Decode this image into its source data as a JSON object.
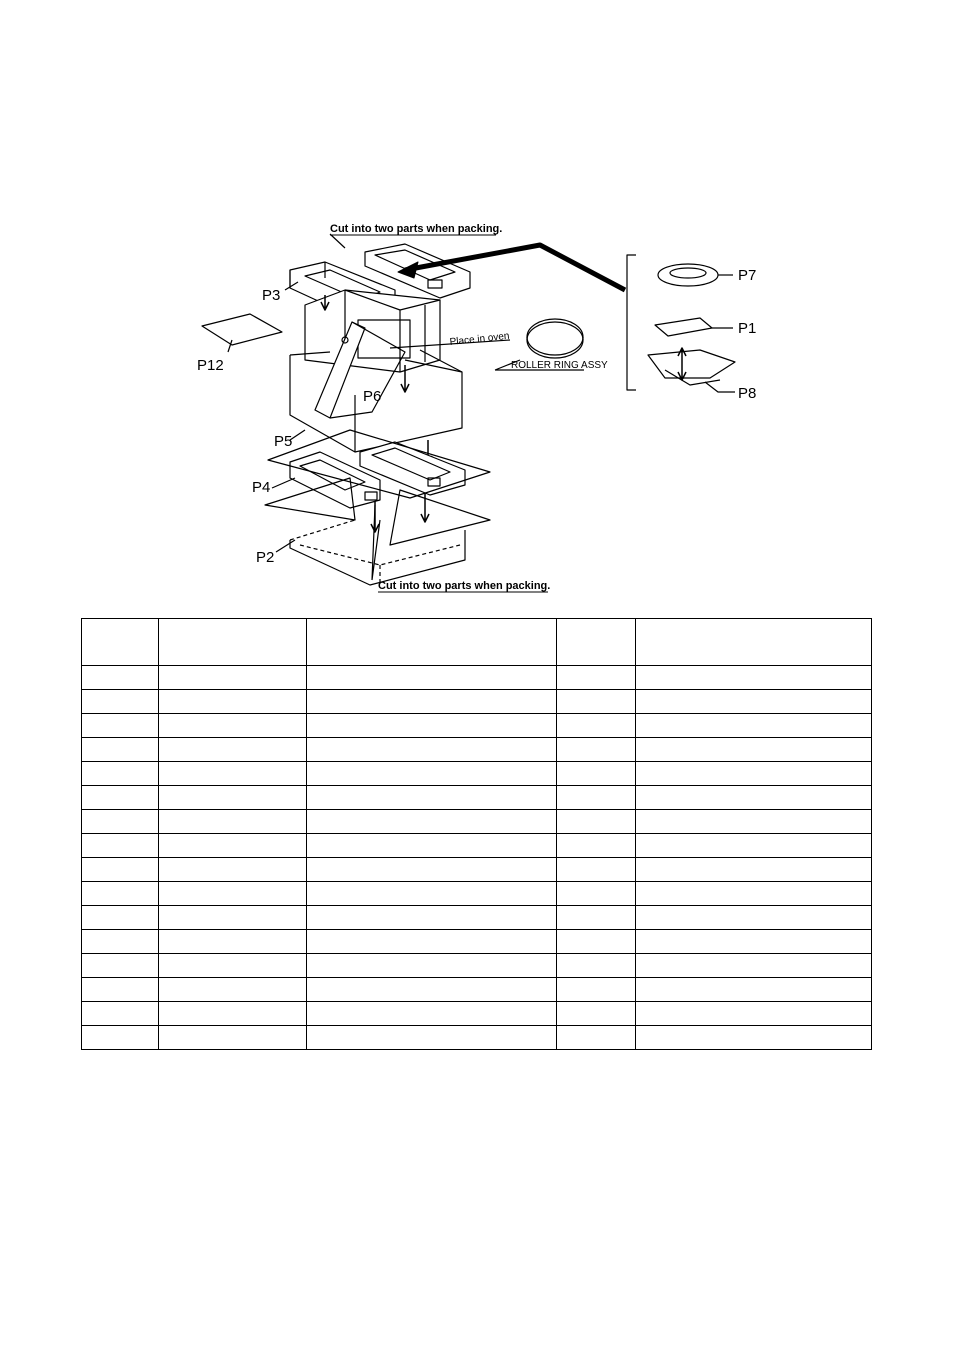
{
  "diagram": {
    "note_top": "Cut into two parts when packing.",
    "note_bottom": "Cut into two parts when packing.",
    "place_in_oven": "Place in oven",
    "roller_ring": "ROLLER RING ASSY",
    "labels": {
      "p1": "P1",
      "p2": "P2",
      "p3": "P3",
      "p4": "P4",
      "p5": "P5",
      "p6": "P6",
      "p7": "P7",
      "p8": "P8",
      "p12": "P12"
    }
  },
  "table": {
    "header": [
      "",
      "",
      "",
      "",
      ""
    ],
    "rows": [
      [
        "",
        "",
        "",
        "",
        ""
      ],
      [
        "",
        "",
        "",
        "",
        ""
      ],
      [
        "",
        "",
        "",
        "",
        ""
      ],
      [
        "",
        "",
        "",
        "",
        ""
      ],
      [
        "",
        "",
        "",
        "",
        ""
      ],
      [
        "",
        "",
        "",
        "",
        ""
      ],
      [
        "",
        "",
        "",
        "",
        ""
      ],
      [
        "",
        "",
        "",
        "",
        ""
      ],
      [
        "",
        "",
        "",
        "",
        ""
      ],
      [
        "",
        "",
        "",
        "",
        ""
      ],
      [
        "",
        "",
        "",
        "",
        ""
      ],
      [
        "",
        "",
        "",
        "",
        ""
      ],
      [
        "",
        "",
        "",
        "",
        ""
      ],
      [
        "",
        "",
        "",
        "",
        ""
      ],
      [
        "",
        "",
        "",
        "",
        ""
      ],
      [
        "",
        "",
        "",
        "",
        ""
      ]
    ]
  }
}
